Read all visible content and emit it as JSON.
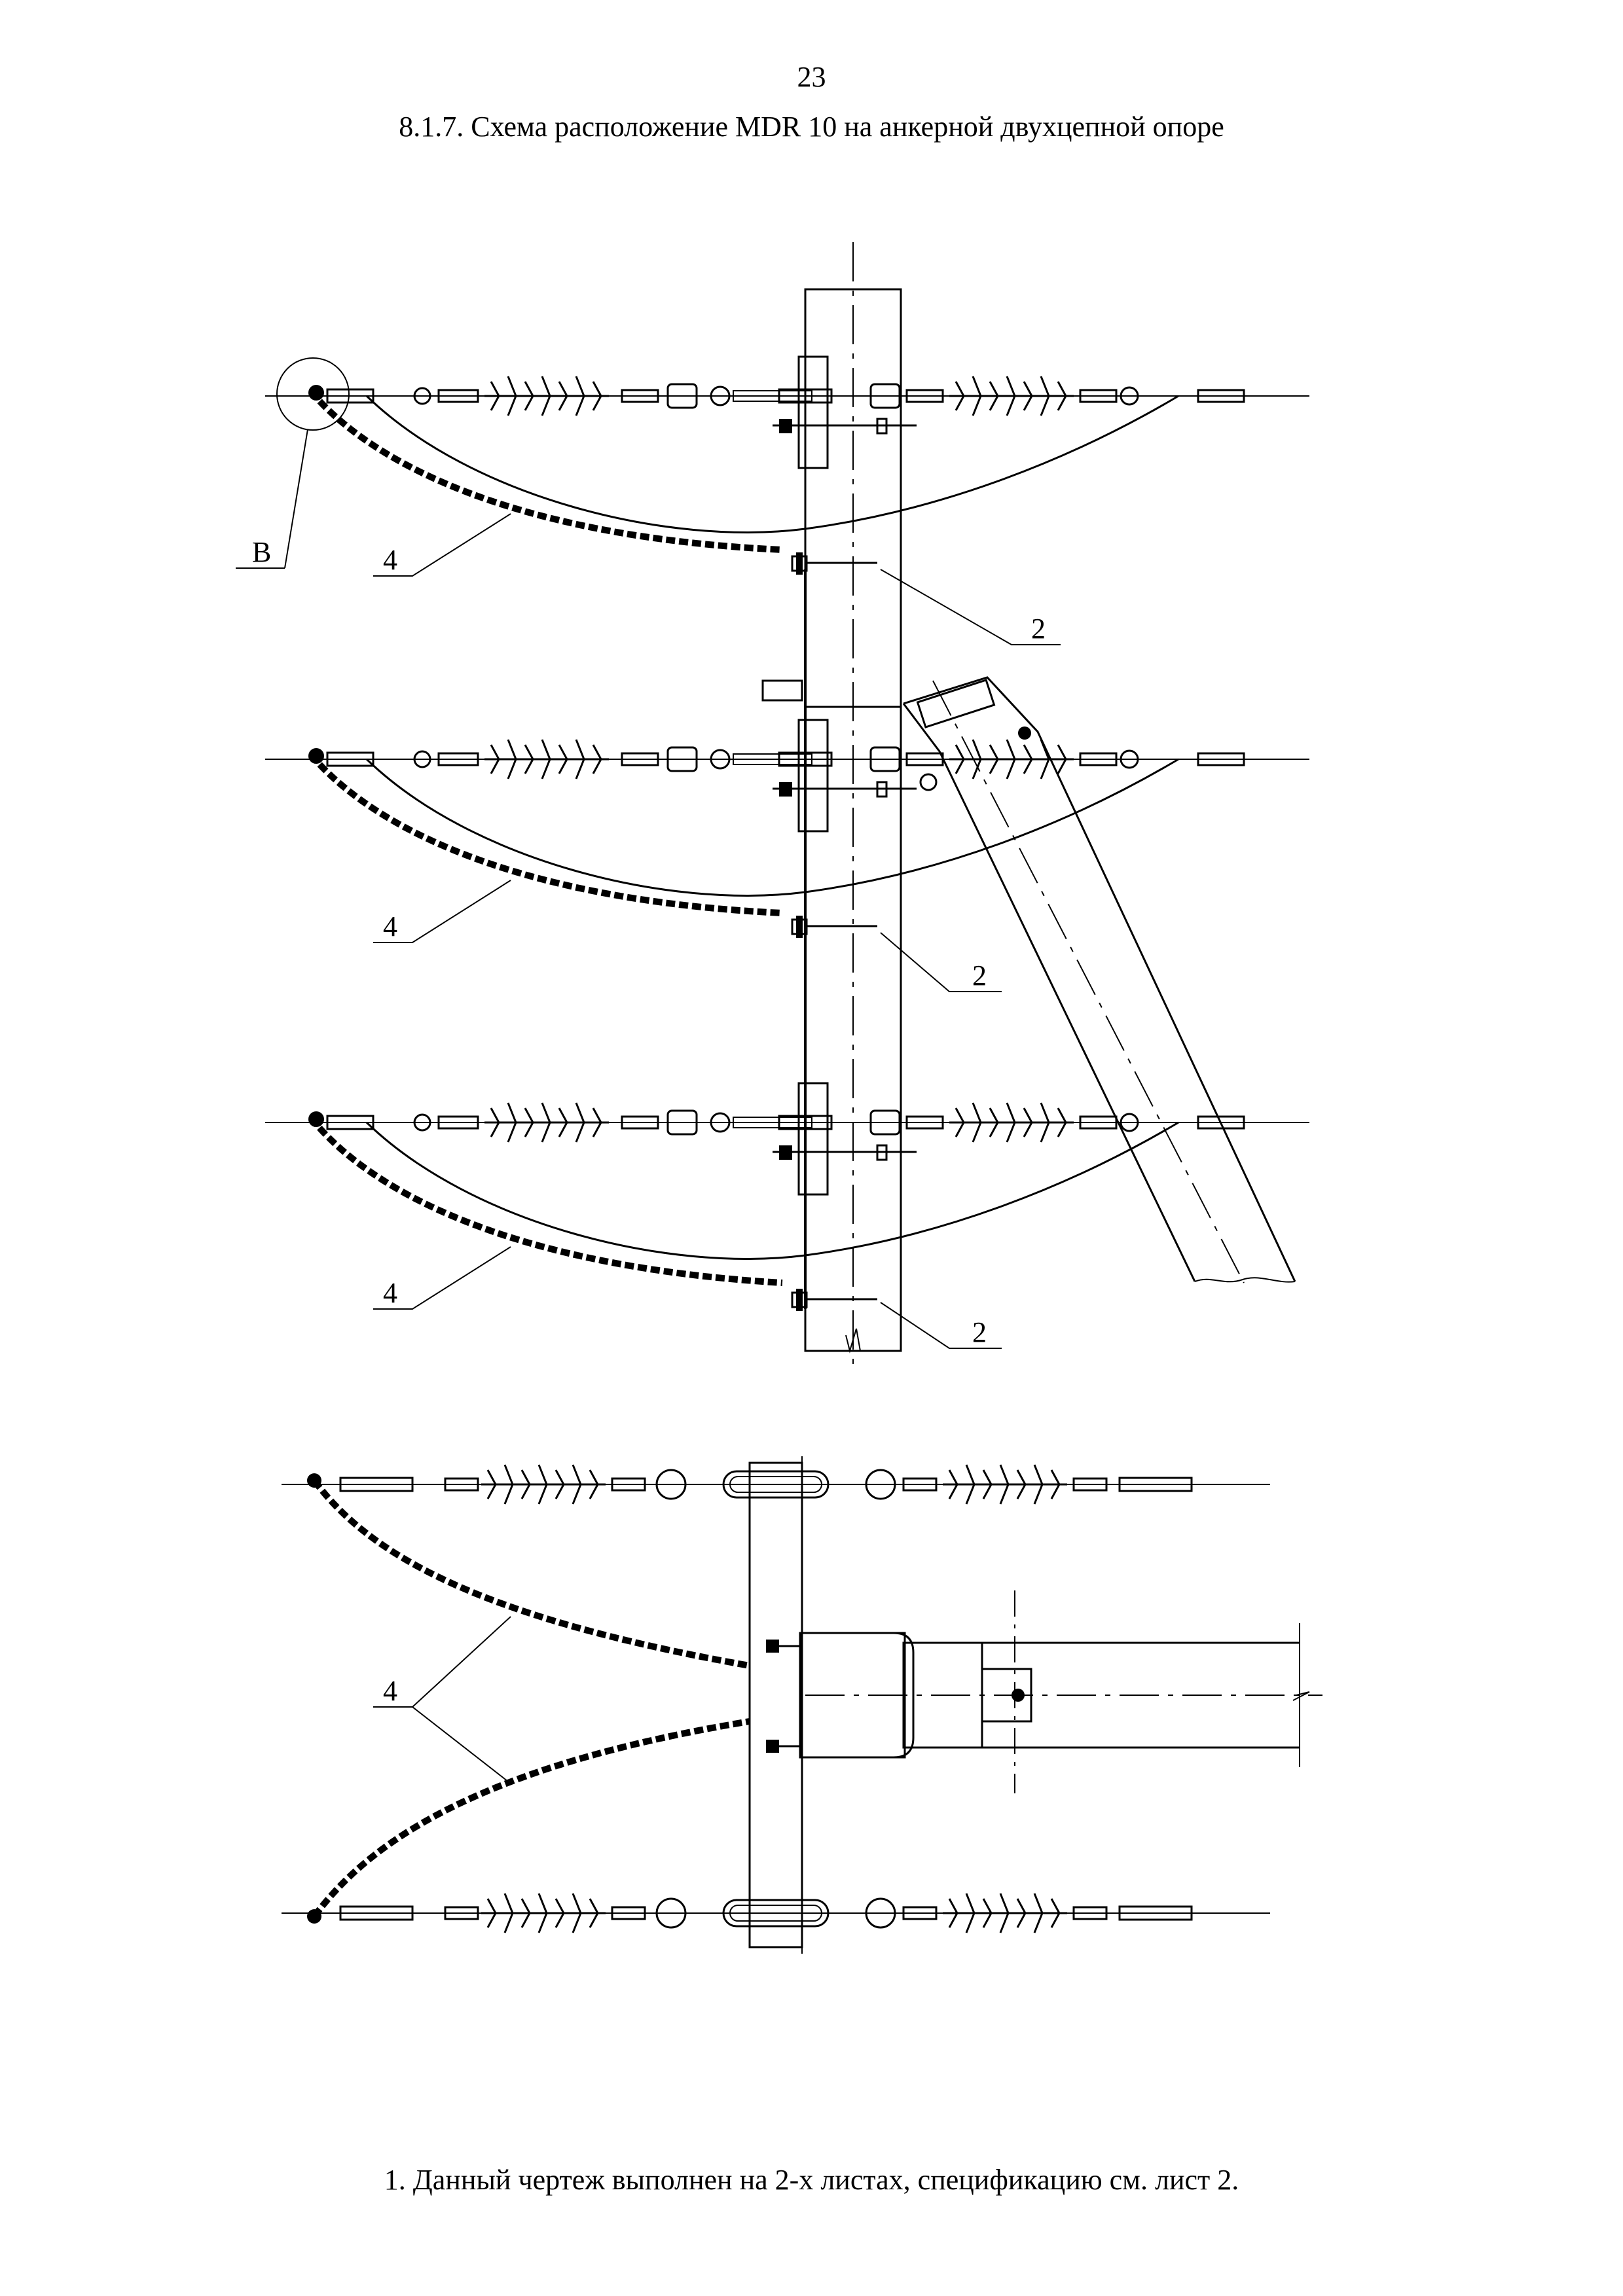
{
  "page": {
    "number": "23",
    "title": "8.1.7. Схема расположение MDR 10 на анкерной двухцепной опоре",
    "note": "1. Данный чертеж выполнен на 2-х листах, спецификацию см. лист 2."
  },
  "labels": {
    "detail": "В",
    "item_4": "4",
    "item_2": "2"
  }
}
